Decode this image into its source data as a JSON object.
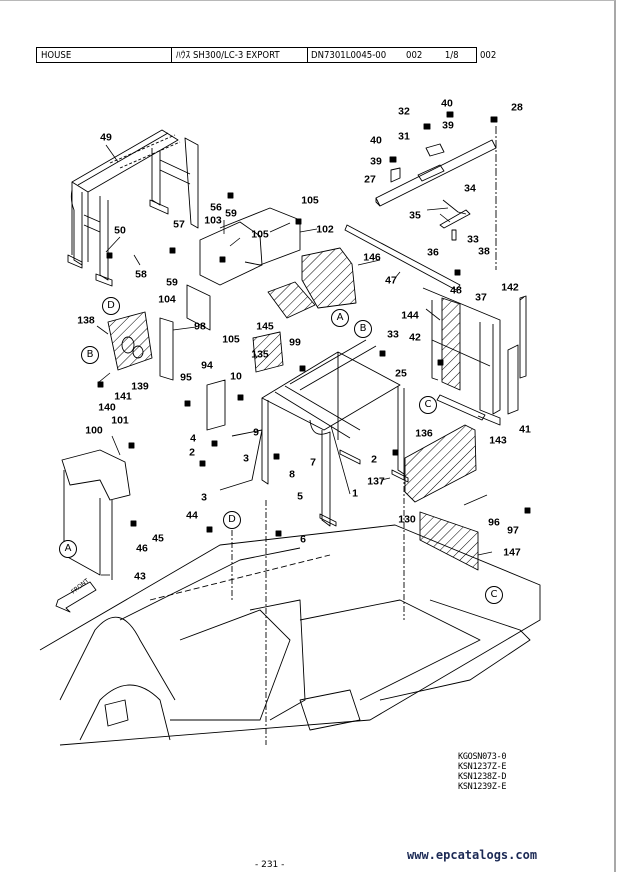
{
  "title_block": {
    "section": "HOUSE",
    "description": "ﾊｳｽ SH300/LC-3 EXPORT",
    "document_number": "DN7301L0045-00",
    "revision": "002",
    "sheet": "1/8",
    "extra_revision": "002"
  },
  "diagram": {
    "front_arrow_label": "FRONT",
    "callouts": [
      {
        "id": "49",
        "label": "49"
      },
      {
        "id": "50",
        "label": "50"
      },
      {
        "id": "58",
        "label": "58"
      },
      {
        "id": "59a",
        "label": "59"
      },
      {
        "id": "59b",
        "label": "59"
      },
      {
        "id": "56",
        "label": "56"
      },
      {
        "id": "57",
        "label": "57"
      },
      {
        "id": "103",
        "label": "103"
      },
      {
        "id": "105a",
        "label": "105"
      },
      {
        "id": "105b",
        "label": "105"
      },
      {
        "id": "105c",
        "label": "105"
      },
      {
        "id": "102",
        "label": "102"
      },
      {
        "id": "104",
        "label": "104"
      },
      {
        "id": "145",
        "label": "145"
      },
      {
        "id": "146",
        "label": "146"
      },
      {
        "id": "47",
        "label": "47"
      },
      {
        "id": "32",
        "label": "32"
      },
      {
        "id": "40a",
        "label": "40"
      },
      {
        "id": "40b",
        "label": "40"
      },
      {
        "id": "28",
        "label": "28"
      },
      {
        "id": "39a",
        "label": "39"
      },
      {
        "id": "39b",
        "label": "39"
      },
      {
        "id": "31",
        "label": "31"
      },
      {
        "id": "27",
        "label": "27"
      },
      {
        "id": "34",
        "label": "34"
      },
      {
        "id": "35",
        "label": "35"
      },
      {
        "id": "33a",
        "label": "33"
      },
      {
        "id": "36",
        "label": "36"
      },
      {
        "id": "38",
        "label": "38"
      },
      {
        "id": "48",
        "label": "48"
      },
      {
        "id": "37",
        "label": "37"
      },
      {
        "id": "142",
        "label": "142"
      },
      {
        "id": "144",
        "label": "144"
      },
      {
        "id": "42",
        "label": "42"
      },
      {
        "id": "143",
        "label": "143"
      },
      {
        "id": "41",
        "label": "41"
      },
      {
        "id": "138",
        "label": "138"
      },
      {
        "id": "98",
        "label": "98"
      },
      {
        "id": "139",
        "label": "139"
      },
      {
        "id": "141",
        "label": "141"
      },
      {
        "id": "140",
        "label": "140"
      },
      {
        "id": "95",
        "label": "95"
      },
      {
        "id": "94",
        "label": "94"
      },
      {
        "id": "135",
        "label": "135"
      },
      {
        "id": "99",
        "label": "99"
      },
      {
        "id": "10",
        "label": "10"
      },
      {
        "id": "33b",
        "label": "33"
      },
      {
        "id": "25",
        "label": "25"
      },
      {
        "id": "100",
        "label": "100"
      },
      {
        "id": "101",
        "label": "101"
      },
      {
        "id": "4",
        "label": "4"
      },
      {
        "id": "9",
        "label": "9"
      },
      {
        "id": "2a",
        "label": "2"
      },
      {
        "id": "3a",
        "label": "3"
      },
      {
        "id": "3b",
        "label": "3"
      },
      {
        "id": "8",
        "label": "8"
      },
      {
        "id": "7",
        "label": "7"
      },
      {
        "id": "1",
        "label": "1"
      },
      {
        "id": "137",
        "label": "137"
      },
      {
        "id": "2b",
        "label": "2"
      },
      {
        "id": "136",
        "label": "136"
      },
      {
        "id": "130",
        "label": "130"
      },
      {
        "id": "96",
        "label": "96"
      },
      {
        "id": "97",
        "label": "97"
      },
      {
        "id": "147",
        "label": "147"
      },
      {
        "id": "44",
        "label": "44"
      },
      {
        "id": "5",
        "label": "5"
      },
      {
        "id": "6",
        "label": "6"
      },
      {
        "id": "45",
        "label": "45"
      },
      {
        "id": "46",
        "label": "46"
      },
      {
        "id": "43",
        "label": "43"
      }
    ],
    "reference_circles": [
      {
        "id": "D1",
        "label": "D"
      },
      {
        "id": "B1",
        "label": "B"
      },
      {
        "id": "A1",
        "label": "A"
      },
      {
        "id": "B2",
        "label": "B"
      },
      {
        "id": "C1",
        "label": "C"
      },
      {
        "id": "D2",
        "label": "D"
      },
      {
        "id": "A2",
        "label": "A"
      },
      {
        "id": "C2",
        "label": "C"
      }
    ]
  },
  "drawing_codes": [
    "KGOSN073-0",
    "KSN1237Z-E",
    "KSN1238Z-D",
    "KSN1239Z-E"
  ],
  "footer": {
    "page_number": "- 231 -",
    "watermark": "www.epcatalogs.com"
  }
}
